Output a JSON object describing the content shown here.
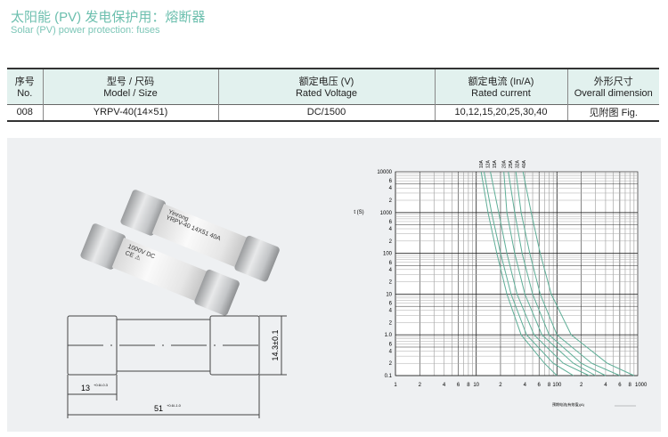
{
  "header": {
    "title": "太阳能 (PV) 发电保护用：熔断器",
    "subtitle": "Solar (PV) power protection: fuses"
  },
  "table": {
    "columns": [
      [
        "序号",
        "No."
      ],
      [
        "型号 / 尺码",
        "Model / Size"
      ],
      [
        "额定电压 (V)",
        "Rated Voltage"
      ],
      [
        "额定电流 (In/A)",
        "Rated current"
      ],
      [
        "外形尺寸",
        "Overall dimension"
      ]
    ],
    "rows": [
      [
        "008",
        "YRPV-40(14×51)",
        "DC/1500",
        "10,12,15,20,25,30,40",
        "见附图 Fig."
      ]
    ]
  },
  "photo": {
    "brand": "Yinrong",
    "model": "YRPV-40",
    "size": "14X51",
    "rating": "40A",
    "marking": "1000V DC"
  },
  "drawing": {
    "diameter": "14.3±0.1",
    "cap_length": "13",
    "cap_tol": "+0.6/-0.3",
    "total_length": "51",
    "total_tol": "+0.6/-1.0"
  },
  "chart_data": {
    "type": "line",
    "xscale": "log",
    "yscale": "log",
    "xlim": [
      1,
      1000
    ],
    "ylim": [
      0.1,
      10000
    ],
    "ylabel": "t (S)",
    "xlabel": "预期电流(有效值)(A)",
    "xticks": [
      "1",
      "2",
      "4",
      "6",
      "8",
      "10",
      "2",
      "4",
      "6",
      "8",
      "100",
      "2",
      "4",
      "6",
      "8",
      "1000"
    ],
    "yticks": [
      "10000",
      "6",
      "4",
      "2",
      "1000",
      "6",
      "4",
      "2",
      "100",
      "6",
      "4",
      "2",
      "10",
      "6",
      "4",
      "2",
      "1.0",
      "6",
      "4",
      "2",
      "0.1"
    ],
    "series": [
      {
        "name": "10A",
        "points": [
          [
            11.5,
            10000
          ],
          [
            14,
            1000
          ],
          [
            18,
            100
          ],
          [
            24,
            10
          ],
          [
            36,
            1
          ],
          [
            70,
            0.2
          ],
          [
            100,
            0.1
          ]
        ]
      },
      {
        "name": "12A",
        "points": [
          [
            12.5,
            10000
          ],
          [
            15.5,
            1000
          ],
          [
            20,
            100
          ],
          [
            27,
            10
          ],
          [
            42,
            1
          ],
          [
            90,
            0.2
          ],
          [
            160,
            0.1
          ]
        ]
      },
      {
        "name": "15A",
        "points": [
          [
            15,
            10000
          ],
          [
            19,
            1000
          ],
          [
            24,
            100
          ],
          [
            32,
            10
          ],
          [
            52,
            1
          ],
          [
            120,
            0.2
          ],
          [
            250,
            0.1
          ]
        ]
      },
      {
        "name": "20A",
        "points": [
          [
            22,
            10000
          ],
          [
            24,
            1000
          ],
          [
            30,
            100
          ],
          [
            40,
            10
          ],
          [
            65,
            1
          ],
          [
            160,
            0.2
          ],
          [
            300,
            0.1
          ]
        ]
      },
      {
        "name": "25A",
        "points": [
          [
            25,
            10000
          ],
          [
            30,
            1000
          ],
          [
            37,
            100
          ],
          [
            50,
            10
          ],
          [
            80,
            1
          ],
          [
            200,
            0.2
          ],
          [
            400,
            0.1
          ]
        ]
      },
      {
        "name": "32A",
        "points": [
          [
            31,
            10000
          ],
          [
            36,
            1000
          ],
          [
            46,
            100
          ],
          [
            62,
            10
          ],
          [
            100,
            1
          ],
          [
            270,
            0.2
          ],
          [
            600,
            0.1
          ]
        ]
      },
      {
        "name": "40A",
        "points": [
          [
            38,
            10000
          ],
          [
            48,
            1000
          ],
          [
            62,
            100
          ],
          [
            85,
            10
          ],
          [
            150,
            1
          ],
          [
            420,
            0.2
          ],
          [
            900,
            0.1
          ]
        ]
      }
    ]
  }
}
